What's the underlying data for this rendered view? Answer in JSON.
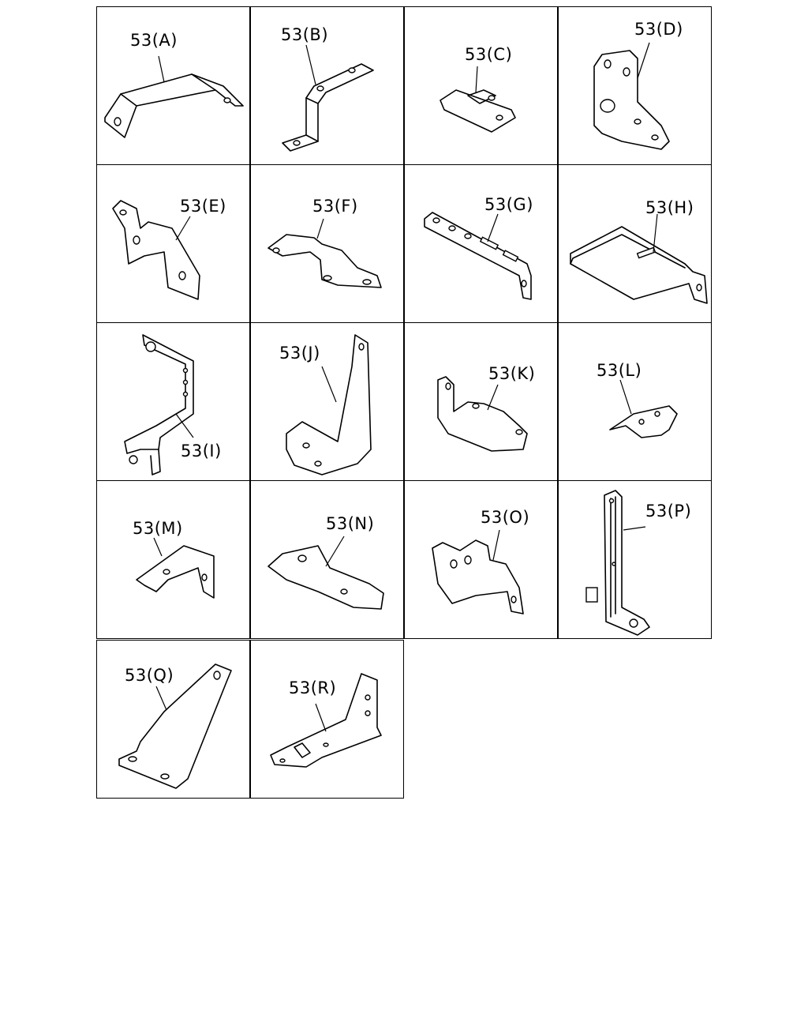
{
  "parts": [
    {
      "label": "53(A)"
    },
    {
      "label": "53(B)"
    },
    {
      "label": "53(C)"
    },
    {
      "label": "53(D)"
    },
    {
      "label": "53(E)"
    },
    {
      "label": "53(F)"
    },
    {
      "label": "53(G)"
    },
    {
      "label": "53(H)"
    },
    {
      "label": "53(I)"
    },
    {
      "label": "53(J)"
    },
    {
      "label": "53(K)"
    },
    {
      "label": "53(L)"
    },
    {
      "label": "53(M)"
    },
    {
      "label": "53(N)"
    },
    {
      "label": "53(O)"
    },
    {
      "label": "53(P)"
    },
    {
      "label": "53(Q)"
    },
    {
      "label": "53(R)"
    }
  ]
}
